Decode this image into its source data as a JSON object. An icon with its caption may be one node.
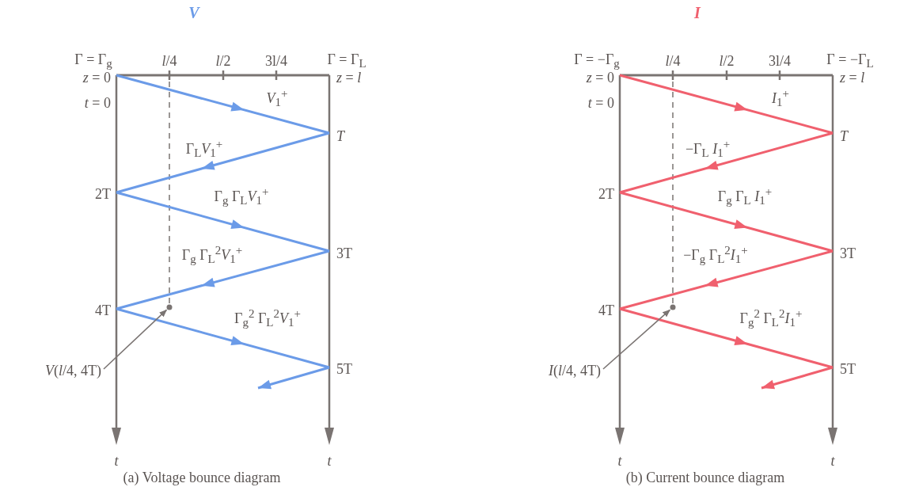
{
  "diagram": {
    "nodes": [
      {
        "text": [
          "*V*(*l*/4, 4T)"
        ]
      },
      {
        "text": [],
        "shape": "circle"
      },
      {
        "text": [
          "*I*(*l*/4, 4T)"
        ]
      },
      {
        "text": [],
        "shape": "circle"
      }
    ],
    "edges": [
      {
        "from": 0,
        "to": 1,
        "arrow": "to"
      },
      {
        "from": 2,
        "to": 3,
        "arrow": "to"
      }
    ],
    "labels": [
      "V",
      "Γ = Γ$_{g}$",
      "*l*/4",
      "*l*/2",
      "3l/4",
      "Γ = Γ$_{L}$",
      "*z* = 0",
      "*z* = *l*",
      "*t* = 0",
      "*V*$_{1}$$^{+}$",
      "*T*",
      "Γ$_{L}$*V*$_{1}$$^{+}$",
      "2T",
      "Γ$_{g}$ Γ$_{L}$*V*$_{1}$$^{+}$",
      "Γ$_{g}$ Γ$_{L}$$^{2}$*V*$_{1}$$^{+}$",
      "3T",
      "4T",
      "Γ$_{g}$$^{2}$ Γ$_{L}$$^{2}$*V*$_{1}$$^{+}$",
      "5T",
      "*t*",
      "*t*",
      "(a) Voltage bounce diagram",
      "I",
      "Γ = −Γ$_{g}$",
      "*l*/4",
      "*l*/2",
      "3l/4",
      "Γ = −Γ$_{L}$",
      "*z* = 0",
      "*z* = *l*",
      "*t* = 0",
      "*I*$_{1}$$^{+}$",
      "*T*",
      "−Γ$_{L}$ *I*$_{1}$$^{+}$",
      "2T",
      "Γ$_{g}$ Γ$_{L}$ *I*$_{1}$$^{+}$",
      "−Γ$_{g}$ Γ$_{L}$$^{2}$*I*$_{1}$$^{+}$",
      "3T",
      "4T",
      "Γ$_{g}$$^{2}$ Γ$_{L}$$^{2}$*I*$_{1}$$^{+}$",
      "5T",
      "*t*",
      "*t*",
      "(b) Current bounce diagram"
    ]
  }
}
